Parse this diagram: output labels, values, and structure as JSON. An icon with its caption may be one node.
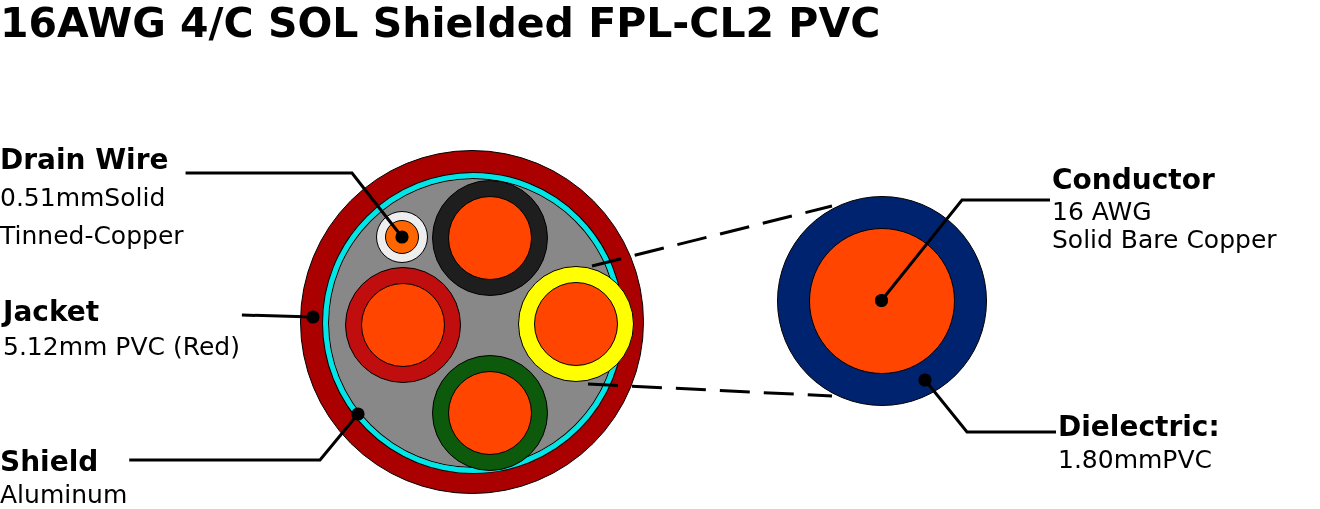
{
  "diagram": {
    "title": "16AWG 4/C SOL Shielded FPL-CL2 PVC",
    "nodes": [
      {
        "text": [
          "Drain Wire",
          "0.51mmSolid",
          "Tinned-Copper"
        ]
      },
      {
        "text": [
          "Jacket",
          "5.12mm PVC (Red)"
        ]
      },
      {
        "text": [
          "Shield",
          "Aluminum"
        ]
      },
      {
        "text": [
          "Conductor",
          "16 AWG",
          "Solid Bare Copper"
        ]
      },
      {
        "text": [
          "Dielectric:",
          "1.80mmPVC"
        ]
      },
      {
        "text": [],
        "shape": "circle"
      },
      {
        "text": [],
        "shape": "circle",
        "in": 5
      },
      {
        "text": [],
        "shape": "circle",
        "in": 6
      },
      {
        "text": [],
        "shape": "circle",
        "in": 6
      },
      {
        "text": [],
        "shape": "circle"
      },
      {
        "text": [],
        "shape": "circle",
        "in": 9
      }
    ],
    "edges": [
      {
        "from": 0,
        "to": 7,
        "arrow": "other"
      },
      {
        "from": 1,
        "to": 5,
        "arrow": "other"
      },
      {
        "from": 2,
        "to": 6,
        "arrow": "other"
      },
      {
        "from": 3,
        "to": 10,
        "arrow": "other"
      },
      {
        "from": 4,
        "to": 9,
        "arrow": "other"
      },
      {
        "from": 8,
        "to": 9,
        "arrow": "none",
        "style": "dashed"
      },
      {
        "from": 8,
        "to": 9,
        "arrow": "none",
        "style": "dashed"
      }
    ]
  }
}
